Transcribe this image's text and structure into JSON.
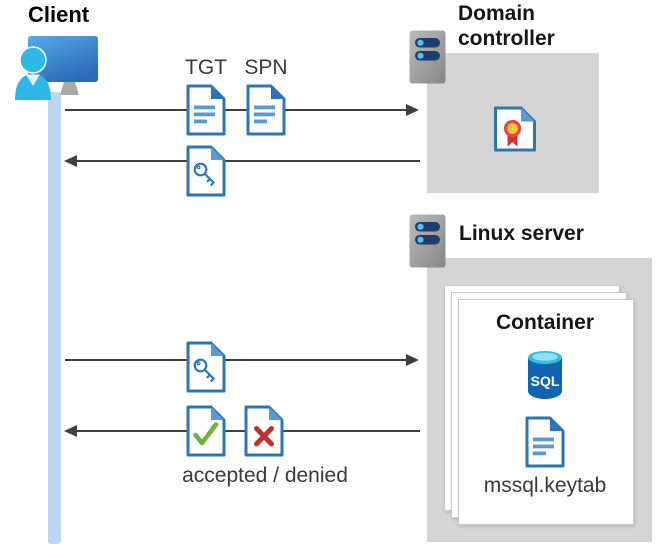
{
  "client": {
    "label": "Client"
  },
  "domain_controller": {
    "label": "Domain controller"
  },
  "linux_server": {
    "label": "Linux server"
  },
  "container": {
    "label": "Container",
    "sql_badge": "SQL",
    "keytab_label": "mssql.keytab"
  },
  "messages": {
    "tgt": "TGT",
    "spn": "SPN",
    "result": "accepted / denied"
  },
  "icons": {
    "client": "user-at-monitor-icon",
    "domain_controller": "server-icon",
    "linux_server": "server-icon",
    "tgt": "document-icon",
    "spn": "document-icon",
    "session_key": "key-document-icon",
    "certificate": "certificate-icon",
    "accepted": "checkmark-document-icon",
    "denied": "x-document-icon",
    "database": "sql-database-icon",
    "keytab": "document-icon"
  },
  "colors": {
    "document_blue": "#2E75B6",
    "document_fold_light": "#5B9BD5",
    "accepted_green": "#76B043",
    "denied_red": "#BF3131",
    "client_lane_blue": "#BDD7EE",
    "arrow_gray": "#404040",
    "server_box_gray": "#D5D5D5",
    "server_body_navy": "#1E3C6E",
    "server_led_cyan": "#4FC3E8",
    "sql_body_blue": "#1064B0",
    "sql_top_cyan": "#35BEDF",
    "person_cyan": "#2EB8E6",
    "certificate_yellow": "#FFC83D",
    "certificate_red": "#D13438"
  }
}
